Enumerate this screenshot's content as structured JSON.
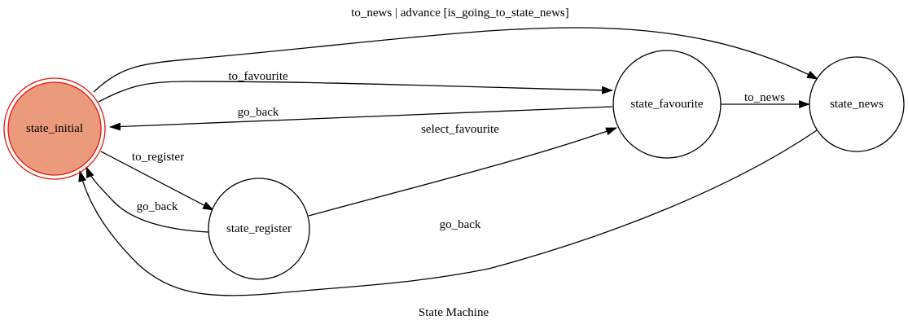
{
  "diagram": {
    "caption": "State Machine",
    "colors": {
      "initial_fill": "#ec9a7c",
      "initial_stroke": "#e8120c",
      "node_fill": "#ffffff",
      "stroke": "#000000"
    },
    "nodes": {
      "initial": "state_initial",
      "favourite": "state_favourite",
      "news": "state_news",
      "register": "state_register"
    },
    "edges": {
      "initial_to_news": "to_news | advance [is_going_to_state_news]",
      "initial_to_favourite": "to_favourite",
      "favourite_to_initial": "go_back",
      "register_to_favourite": "select_favourite",
      "favourite_to_news": "to_news",
      "initial_to_register": "to_register",
      "register_to_initial": "go_back",
      "news_to_initial": "go_back"
    }
  }
}
